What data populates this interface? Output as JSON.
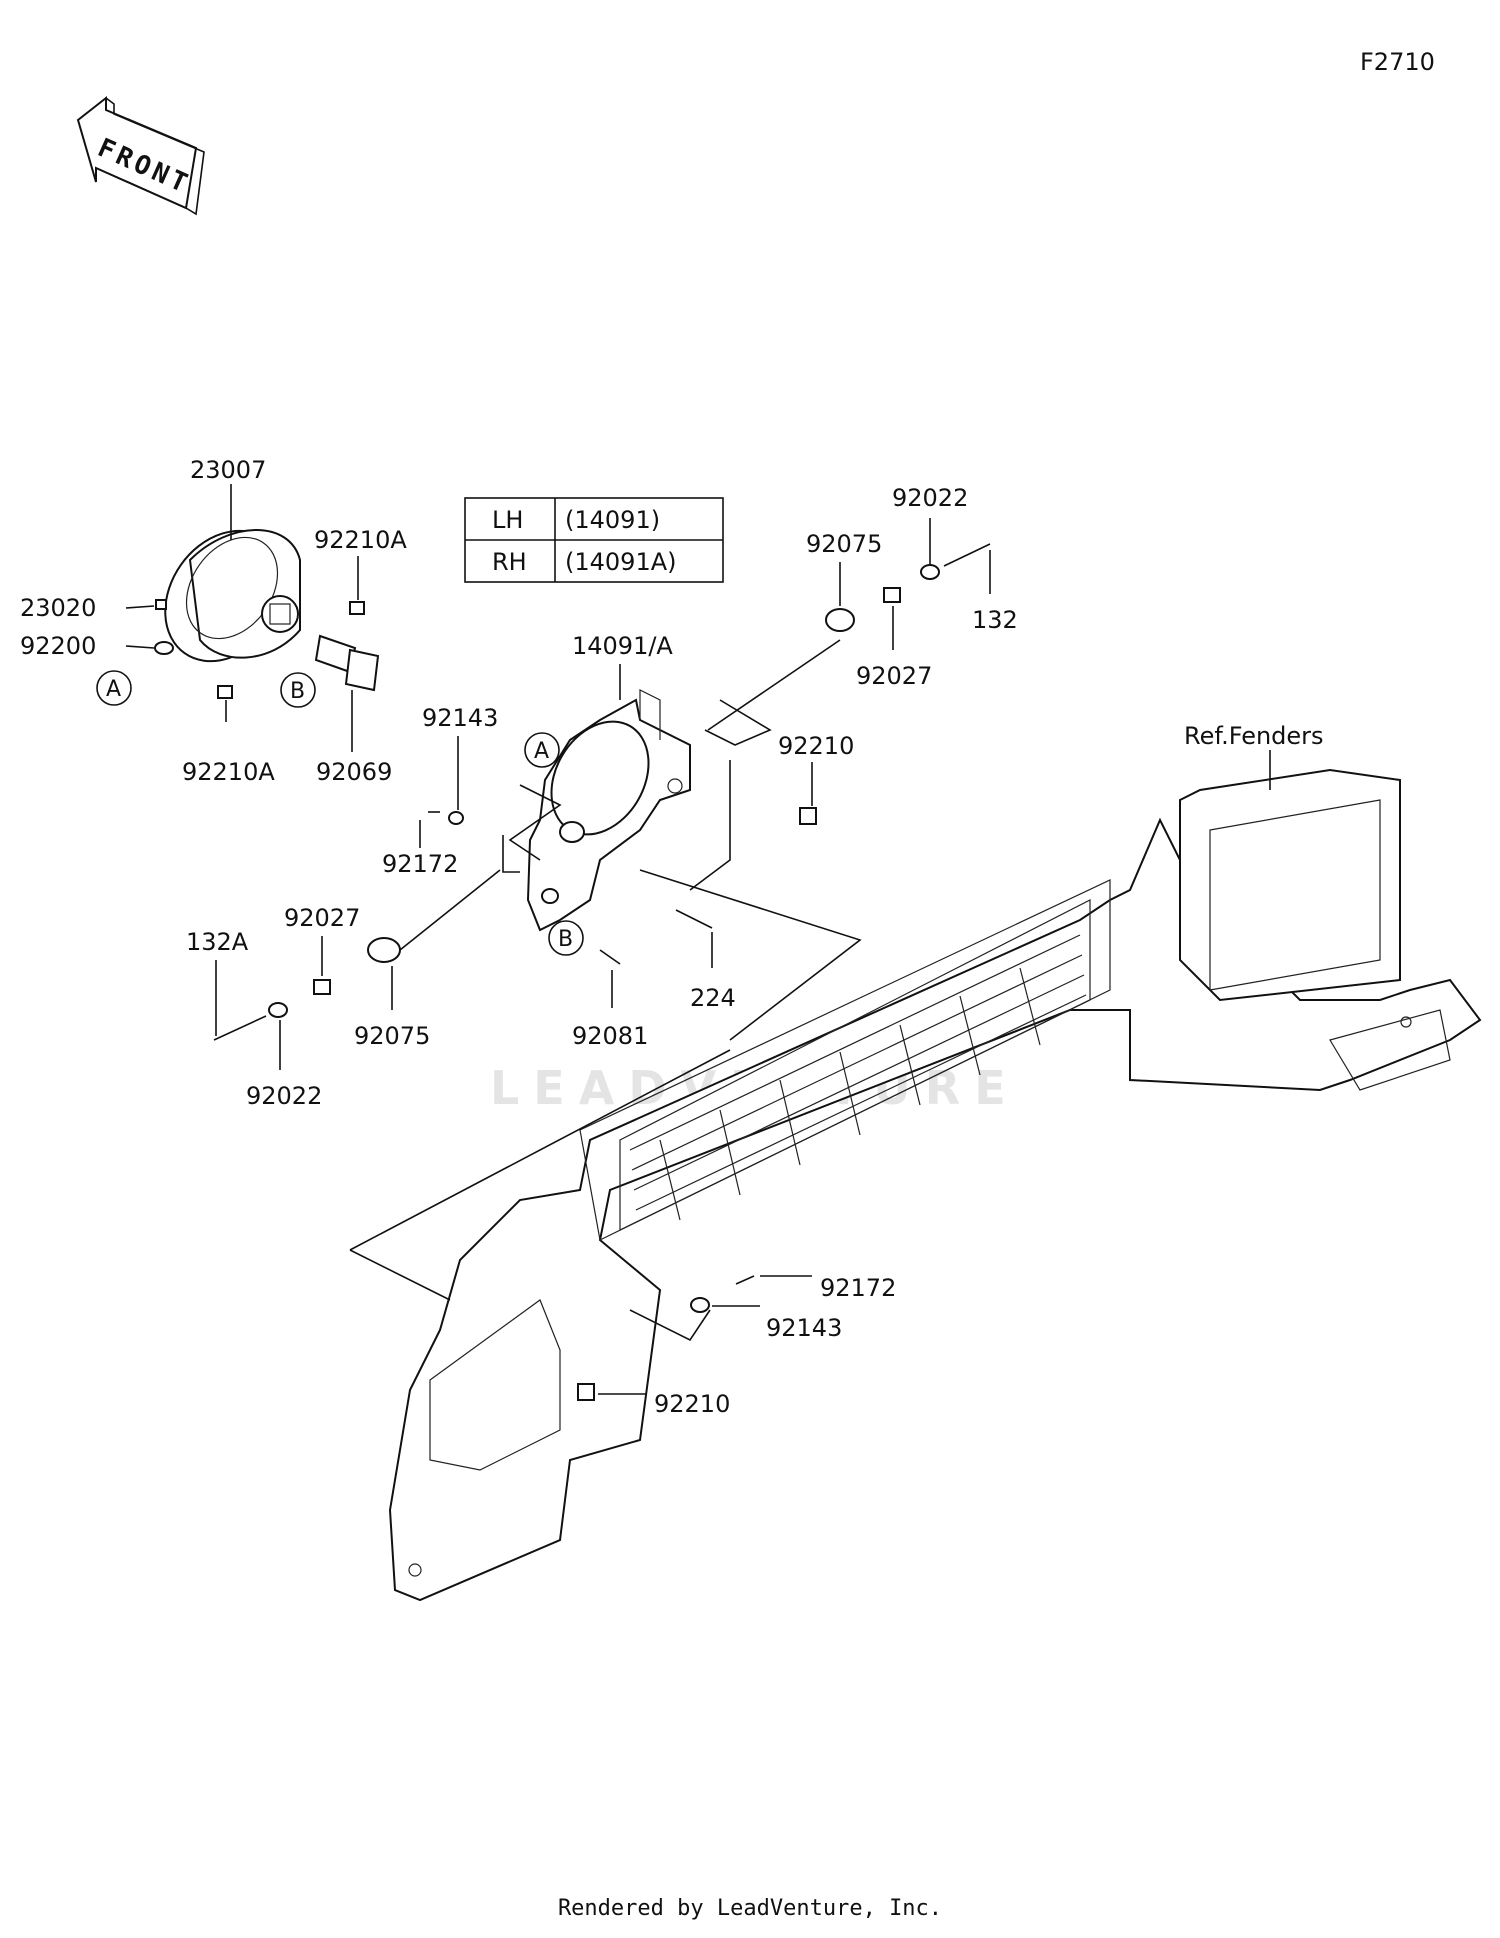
{
  "figure_code": "F2710",
  "front_label": "FRONT",
  "footer": "Rendered by LeadVenture, Inc.",
  "watermark": "LEADVENTURE",
  "table": {
    "rows": [
      {
        "side": "LH",
        "part": "(14091)"
      },
      {
        "side": "RH",
        "part": "(14091A)"
      }
    ]
  },
  "ref_label": "Ref.Fenders",
  "callouts": {
    "A": "A",
    "B": "B"
  },
  "parts": {
    "p23007": "23007",
    "p92210A_top": "92210A",
    "p23020": "23020",
    "p92200": "92200",
    "p92210A_bot": "92210A",
    "p92069": "92069",
    "p14091A": "14091/A",
    "p92143_top": "92143",
    "p92172_top": "92172",
    "p92075_top": "92075",
    "p92022_top": "92022",
    "p132": "132",
    "p92027_top": "92027",
    "p92210_top": "92210",
    "p224": "224",
    "p92081": "92081",
    "p92027_bot": "92027",
    "p132A": "132A",
    "p92075_bot": "92075",
    "p92022_bot": "92022",
    "p92172_bot": "92172",
    "p92143_bot": "92143",
    "p92210_bot": "92210"
  }
}
